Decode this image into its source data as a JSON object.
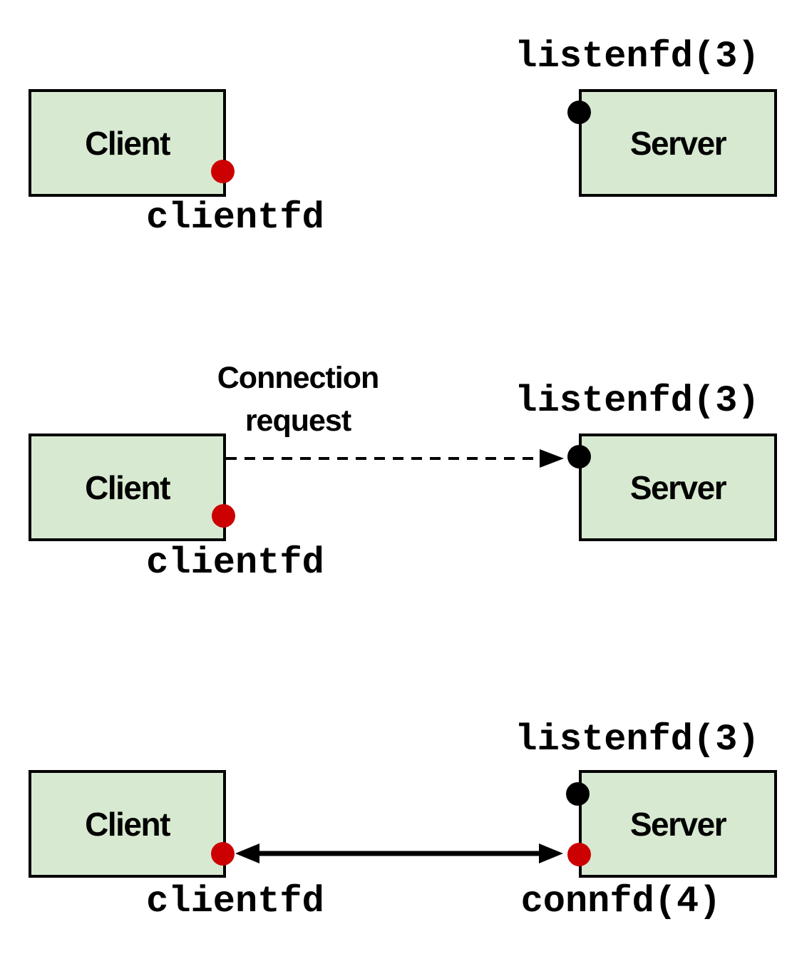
{
  "diagram": {
    "title_hidden": "",
    "colors": {
      "box_fill": "#d7ead1",
      "box_border": "#000000",
      "clientfd_dot": "#cc0000",
      "connfd_dot": "#cc0000",
      "listenfd_dot": "#000000",
      "arrow": "#000000"
    },
    "panels": [
      {
        "stage": "before-connection",
        "client": {
          "label": "Client",
          "fd_label": "clientfd"
        },
        "server": {
          "label": "Server",
          "listen_label": "listenfd(3)"
        }
      },
      {
        "stage": "connection-request",
        "arrow_label": "Connection request",
        "client": {
          "label": "Client",
          "fd_label": "clientfd"
        },
        "server": {
          "label": "Server",
          "listen_label": "listenfd(3)"
        }
      },
      {
        "stage": "connected",
        "client": {
          "label": "Client",
          "fd_label": "clientfd"
        },
        "server": {
          "label": "Server",
          "listen_label": "listenfd(3)",
          "conn_label": "connfd(4)"
        }
      }
    ]
  }
}
